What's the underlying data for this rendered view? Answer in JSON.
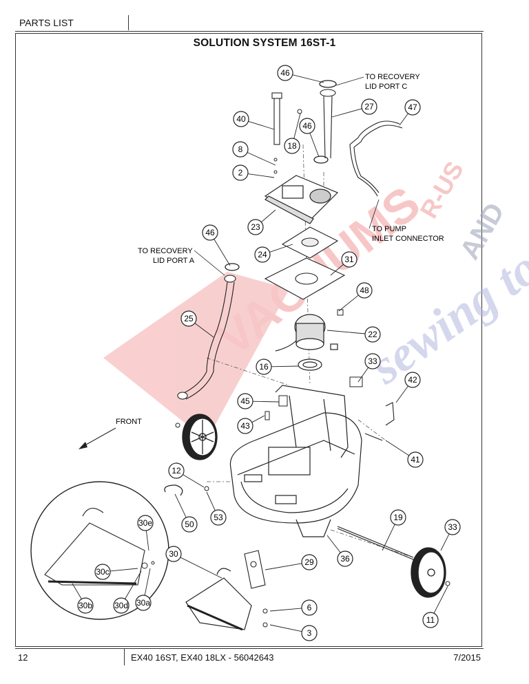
{
  "header": {
    "section": "PARTS LIST"
  },
  "title": "SOLUTION SYSTEM 16ST-1",
  "notes": {
    "recovery_port_c_1": "TO RECOVERY",
    "recovery_port_c_2": "LID PORT C",
    "pump_inlet_1": "TO PUMP",
    "pump_inlet_2": "INLET CONNECTOR",
    "recovery_port_a_1": "TO RECOVERY",
    "recovery_port_a_2": "LID PORT A",
    "front": "FRONT"
  },
  "watermark": {
    "line1": "VACUUMS",
    "line2": "R-US",
    "line3": "AND",
    "line4": "sewing too"
  },
  "callouts": [
    "46",
    "27",
    "47",
    "40",
    "46",
    "18",
    "8",
    "2",
    "23",
    "46",
    "24",
    "31",
    "48",
    "25",
    "22",
    "16",
    "33",
    "42",
    "45",
    "43",
    "41",
    "12",
    "53",
    "50",
    "30e",
    "30",
    "29",
    "30c",
    "30b",
    "30d",
    "30a",
    "6",
    "3",
    "19",
    "33",
    "36",
    "11"
  ],
  "footer": {
    "page": "12",
    "model": "EX40 16ST, EX40 18LX - 56042643",
    "date": "7/2015"
  }
}
